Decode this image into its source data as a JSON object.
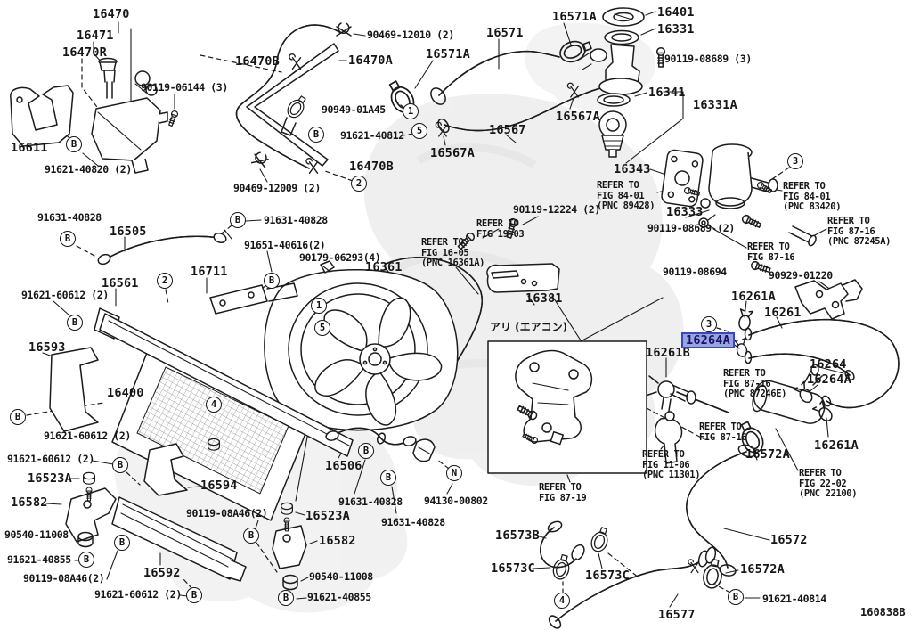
{
  "diagram": {
    "figure_code": "160838B",
    "highlighted_part": "16264A",
    "highlight_colors": {
      "bg": "#98a3e2",
      "border": "#3a46c0",
      "text": "#14146a"
    },
    "note_aircon_ja": "アリ (エアコン)",
    "markers": {
      "B": "B",
      "N": "N",
      "1": "1",
      "2": "2",
      "3": "3",
      "4": "4",
      "5": "5"
    },
    "labels": [
      "16470",
      "16471",
      "16470R",
      "90119-06144 (3)",
      "16611",
      "91621-40820 (2)",
      "90469-12009 (2)",
      "16470B",
      "90469-12010 (2)",
      "16470A",
      "16571A",
      "16571",
      "16571A",
      "90949-01A45",
      "91621-40812",
      "16567",
      "16567A",
      "16470B",
      "16567A",
      "16401",
      "16331",
      "90119-08689 (3)",
      "16341",
      "16331A",
      "16343",
      "16333",
      "90119-08689 (2)",
      "90119-12224 (2)",
      "90119-08694",
      "90929-01220",
      "16261A",
      "16261",
      "16264A",
      "16261B",
      "16264",
      "16264A",
      "16261A",
      "16572A",
      "16572",
      "16572A",
      "91621-40814",
      "16381",
      "16361",
      "90179-06293(4)",
      "91651-40616(2)",
      "91631-40828",
      "91631-40828",
      "16505",
      "16711",
      "16561",
      "91621-60612 (2)",
      "16593",
      "16400",
      "91621-60612 (2)",
      "91621-60612 (2)",
      "16523A",
      "16594",
      "16582",
      "90119-08A46(2)",
      "90540-11008",
      "91621-40855",
      "90119-08A46(2)",
      "16592",
      "91621-60612 (2)",
      "16506",
      "91631-40828",
      "91631-40828",
      "94130-00802",
      "16523A",
      "16582",
      "90540-11008",
      "91621-40855",
      "16573B",
      "16573C",
      "16573C",
      "16577",
      "160838B",
      "REFER TO\nFIG 84-01\n(PNC 89428)",
      "REFER TO\nFIG 84-01\n(PNC 83420)",
      "REFER TO\nFIG 87-16\n(PNC 87245A)",
      "REFER TO\nFIG 87-16",
      "REFER TO\nFIG 19-03",
      "REFER TO\nFIG 16-05\n(PNC 16361A)",
      "REFER TO\nFIG 87-16\n(PNC 87246E)",
      "REFER TO\nFIG 87-16",
      "REFER TO\nFIG 11-06\n(PNC 11301)",
      "REFER TO\nFIG 87-19",
      "REFER TO\nFIG 22-02\n(PNC 22100)",
      "アリ (エアコン)"
    ]
  }
}
